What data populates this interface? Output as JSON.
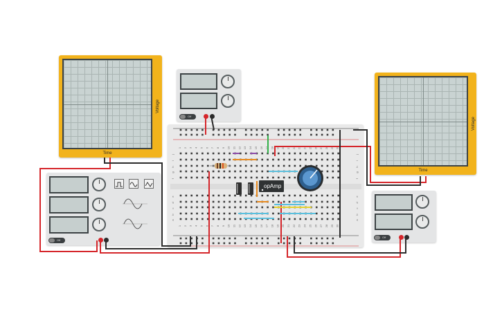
{
  "oscilloscope_left": {
    "time_label": "Time",
    "voltage_label": "Voltage"
  },
  "oscilloscope_right": {
    "time_label": "Time",
    "voltage_label": "Voltage"
  },
  "supply_top": {
    "switch_label": "Off"
  },
  "function_generator": {
    "switch_label": "Off"
  },
  "supply_right": {
    "switch_label": "Off"
  },
  "breadboard": {
    "columns": [
      "1",
      "2",
      "3",
      "4",
      "5",
      "6",
      "7",
      "8",
      "9",
      "10",
      "11",
      "12",
      "13",
      "14",
      "15",
      "16",
      "17",
      "18",
      "19",
      "20",
      "21",
      "22",
      "23",
      "24",
      "25",
      "26",
      "27",
      "28",
      "29",
      "30"
    ],
    "rows_top": [
      "j",
      "i",
      "h",
      "g",
      "f"
    ],
    "rows_bottom": [
      "e",
      "d",
      "c",
      "b",
      "a"
    ],
    "opamp_label": "opAmp"
  },
  "colors": {
    "wire_red": "#d5252a",
    "wire_black": "#2b2b2b",
    "wire_green": "#33b04a",
    "scope_frame": "#f2b31c",
    "pot": "#2e5f8e"
  }
}
